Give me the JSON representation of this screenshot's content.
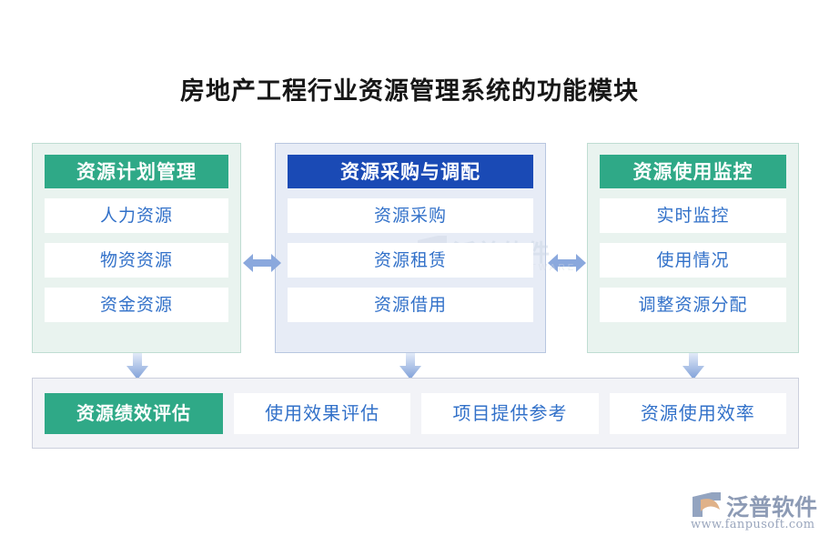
{
  "page": {
    "title": "房地产工程行业资源管理系统的功能模块",
    "background_color": "#ffffff"
  },
  "colors": {
    "green_header": "#2fa987",
    "blue_header": "#1a4ab5",
    "green_panel_bg": "#e9f3ef",
    "green_panel_border": "#bfddd2",
    "blue_panel_bg": "#e7ecf6",
    "blue_panel_border": "#b8c6e0",
    "item_text": "#3271c9",
    "bottom_bar_bg": "#f2f3f7",
    "arrow_blue": "#8aa8dd",
    "title_text": "#171717"
  },
  "columns": [
    {
      "id": "resource-planning",
      "header": "资源计划管理",
      "theme": "green",
      "items": [
        "人力资源",
        "物资资源",
        "资金资源"
      ]
    },
    {
      "id": "resource-procurement",
      "header": "资源采购与调配",
      "theme": "blue",
      "items": [
        "资源采购",
        "资源租赁",
        "资源借用"
      ]
    },
    {
      "id": "resource-monitoring",
      "header": "资源使用监控",
      "theme": "green",
      "items": [
        "实时监控",
        "使用情况",
        "调整资源分配"
      ]
    }
  ],
  "connectors": {
    "horizontal": [
      {
        "id": "arrow-plan-to-procure",
        "icon": "double-arrow-horizontal"
      },
      {
        "id": "arrow-procure-to-monitor",
        "icon": "double-arrow-horizontal"
      }
    ],
    "vertical": [
      {
        "id": "arrow-plan-to-evaluation",
        "icon": "arrow-down"
      },
      {
        "id": "arrow-procure-to-evaluation",
        "icon": "arrow-down"
      },
      {
        "id": "arrow-monitor-to-evaluation",
        "icon": "arrow-down"
      }
    ]
  },
  "bottom": {
    "header": "资源绩效评估",
    "items": [
      "使用效果评估",
      "项目提供参考",
      "资源使用效率"
    ]
  },
  "watermark": {
    "text": "泛普软件",
    "sub": "FANPU SOFTWARE"
  },
  "logo": {
    "name": "泛普软件",
    "url": "www.fanpusoft.com"
  }
}
